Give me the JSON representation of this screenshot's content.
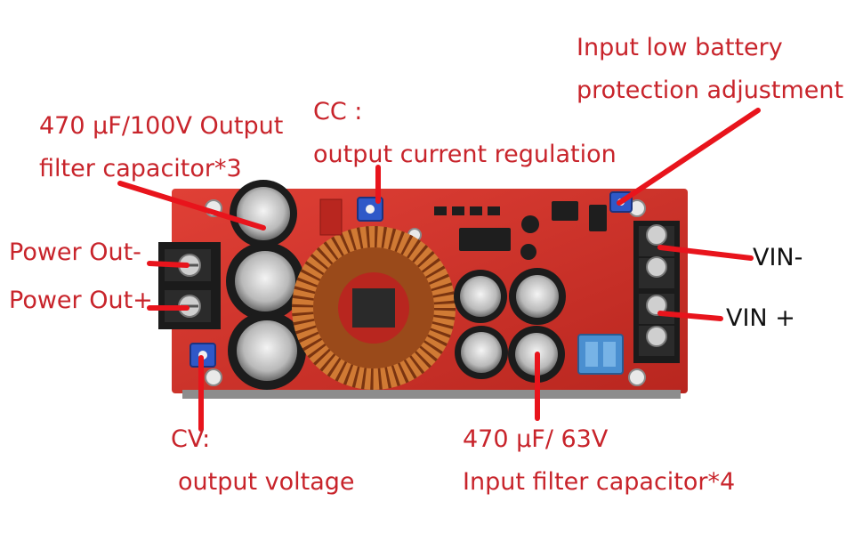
{
  "colors": {
    "pointer": "#e8141c",
    "label_red": "#c8242b",
    "label_black": "#111111",
    "board": "#d2332b",
    "copper": "#c46a2a",
    "trimmer": "#2f58c8"
  },
  "labels": {
    "input_low_battery_line1": "Input low battery",
    "input_low_battery_line2": "protection adjustment",
    "cc_line1": "CC :",
    "cc_line2": "output current regulation",
    "output_cap_line1": "470 μF/100V Output",
    "output_cap_line2": "filter capacitor*3",
    "power_out_minus": "Power Out-",
    "power_out_plus": "Power Out+",
    "vin_minus": "VIN-",
    "vin_plus": "VIN +",
    "cv_line1": "CV:",
    "cv_line2": "output voltage",
    "input_cap_line1": "470 μF/ 63V",
    "input_cap_line2": "Input filter capacitor*4"
  }
}
